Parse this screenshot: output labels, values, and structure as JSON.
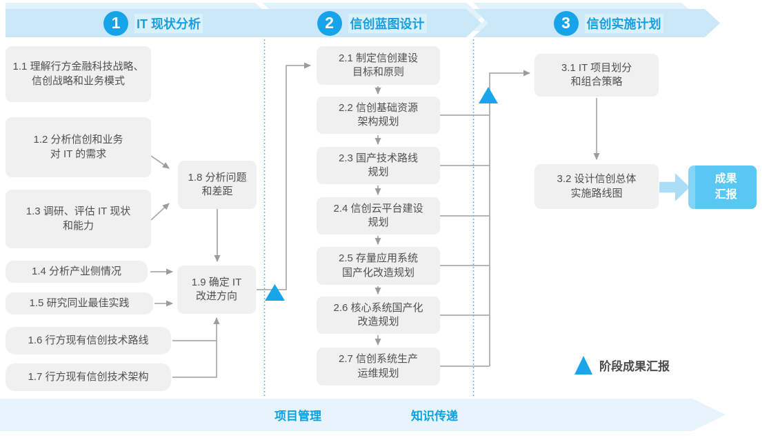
{
  "phases": [
    {
      "number": "1",
      "title": "IT 现状分析"
    },
    {
      "number": "2",
      "title": "信创蓝图设计"
    },
    {
      "number": "3",
      "title": "信创实施计划"
    }
  ],
  "boxes": {
    "b11": "1.1 理解行方金融科技战略、\n信创战略和业务模式",
    "b12": "1.2 分析信创和业务\n对 IT 的需求",
    "b13": "1.3 调研、评估 IT 现状\n和能力",
    "b14": "1.4 分析产业侧情况",
    "b15": "1.5 研究同业最佳实践",
    "b16": "1.6 行方现有信创技术路线",
    "b17": "1.7 行方现有信创技术架构",
    "b18": "1.8 分析问题\n和差距",
    "b19": "1.9 确定 IT\n改进方向",
    "b21": "2.1 制定信创建设\n目标和原则",
    "b22": "2.2 信创基础资源\n架构规划",
    "b23": "2.3 国产技术路线\n规划",
    "b24": "2.4 信创云平台建设\n规划",
    "b25": "2.5 存量应用系统\n国产化改造规划",
    "b26": "2.6 核心系统国产化\n改造规划",
    "b27": "2.7 信创系统生产\n运维规划",
    "b31": "3.1 IT 项目划分\n和组合策略",
    "b32": "3.2 设计信创总体\n实施路线图"
  },
  "result_box": {
    "text": "成果\n汇报"
  },
  "legend": {
    "label": "阶段成果汇报"
  },
  "bottom": {
    "items": [
      "项目管理",
      "知识传递"
    ]
  },
  "colors": {
    "accent_blue": "#17A3E8",
    "banner_bg": "#CBE8F8",
    "banner_text": "#189EDF",
    "box_bg": "#F0F0F0",
    "box_text": "#4F4F4F",
    "result_bg": "#58C7F2",
    "result_arrow": "#ABDEF6",
    "connector": "#ACACAC",
    "divider_dotted": "#5BBEEA",
    "milestone_triangle": "#19A6E9",
    "bottom_band_bg": "#E7F4FC",
    "bottom_text": "#0E9FDE"
  }
}
